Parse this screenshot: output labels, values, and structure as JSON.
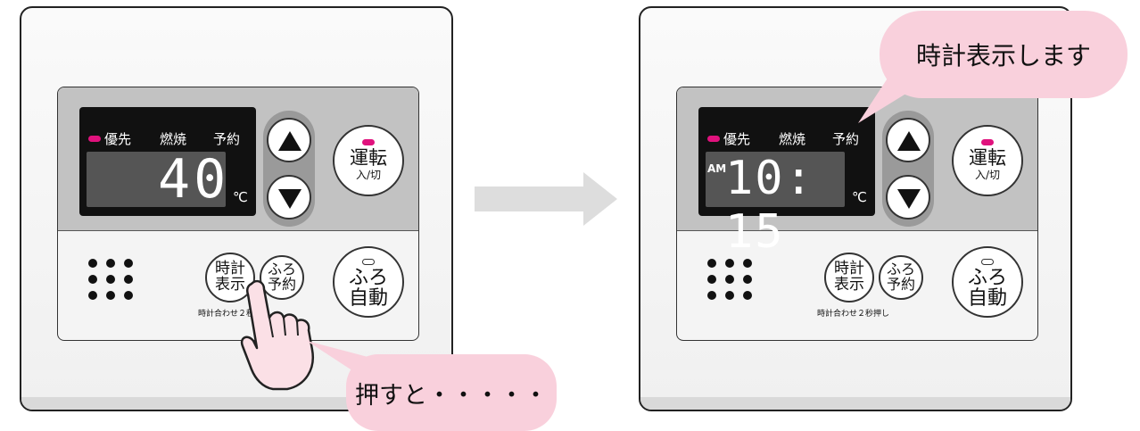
{
  "colors": {
    "lcd_dot": "#e0127d",
    "bubble": "#f9d0dc",
    "arrow": "#dddddd"
  },
  "left_panel": {
    "lcd": {
      "indicator_priority": "優先",
      "indicator_burn": "燃焼",
      "indicator_reserve": "予約",
      "temp_value": "40",
      "unit": "℃"
    },
    "buttons": {
      "run_main": "運転",
      "run_sub": "入/切",
      "clock_1": "時計",
      "clock_2": "表示",
      "furo_yoyaku_1": "ふろ",
      "furo_yoyaku_2": "予約",
      "furo_auto_1": "ふろ",
      "furo_auto_2": "自動"
    },
    "hint": "時計合わせ２秒押し",
    "bubble": "押すと・・・・・"
  },
  "right_panel": {
    "lcd": {
      "indicator_priority": "優先",
      "indicator_burn": "燃焼",
      "indicator_reserve": "予約",
      "ampm": "AM",
      "time_value": "10: 15",
      "unit": "℃"
    },
    "buttons": {
      "run_main": "運転",
      "run_sub": "入/切",
      "clock_1": "時計",
      "clock_2": "表示",
      "furo_yoyaku_1": "ふろ",
      "furo_yoyaku_2": "予約",
      "furo_auto_1": "ふろ",
      "furo_auto_2": "自動"
    },
    "hint": "時計合わせ２秒押し",
    "bubble": "時計表示します"
  }
}
